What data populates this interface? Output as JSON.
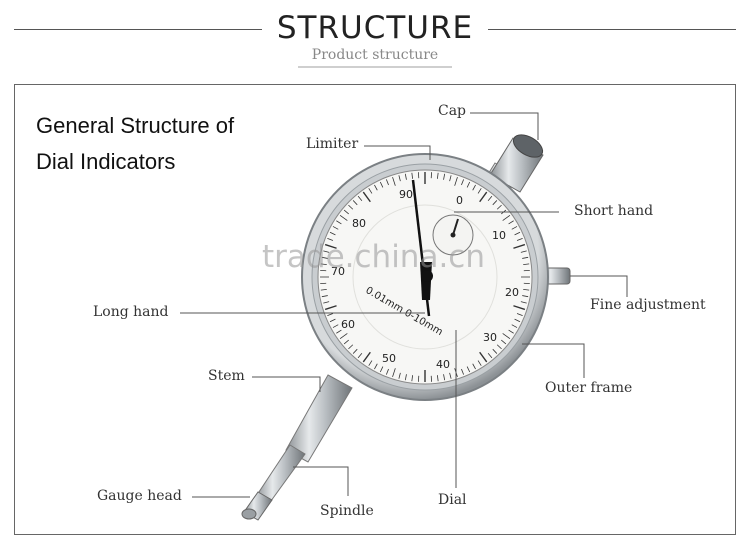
{
  "header": {
    "title": "STRUCTURE",
    "subtitle": "Product structure"
  },
  "general_title": {
    "line1": "General Structure of",
    "line2": "Dial Indicators"
  },
  "labels": {
    "cap": "Cap",
    "limiter": "Limiter",
    "short_hand": "Short hand",
    "fine_adjustment": "Fine adjustment",
    "long_hand": "Long hand",
    "outer_frame": "Outer frame",
    "stem": "Stem",
    "gauge_head": "Gauge head",
    "spindle": "Spindle",
    "dial": "Dial"
  },
  "dial_face": {
    "range_text": "0.01mm 0-10mm",
    "numbers": [
      "0",
      "10",
      "20",
      "30",
      "40",
      "50",
      "60",
      "70",
      "80",
      "90"
    ]
  },
  "watermark": "trade.china.cn",
  "colors": {
    "text": "#333333",
    "line": "#555555",
    "red_numbers": "#c0392b"
  }
}
